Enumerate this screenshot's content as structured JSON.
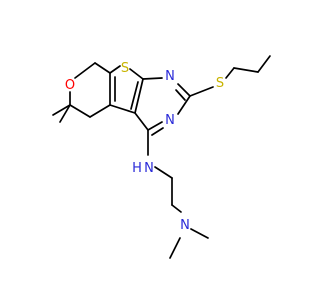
{
  "colors": {
    "background": "#ffffff",
    "bond": "#000000",
    "sulfur": "#c8b400",
    "nitrogen": "#2a2ad8",
    "oxygen": "#ff0000"
  },
  "atoms": {
    "thiophene_sulfur": "S",
    "propyl_sulfur": "S",
    "pyrimidine_n1": "N",
    "pyrimidine_n3": "N",
    "pyran_oxygen": "O",
    "amine_nh_n": "N",
    "amine_nh_h": "H",
    "dimethylamine_n": "N"
  }
}
